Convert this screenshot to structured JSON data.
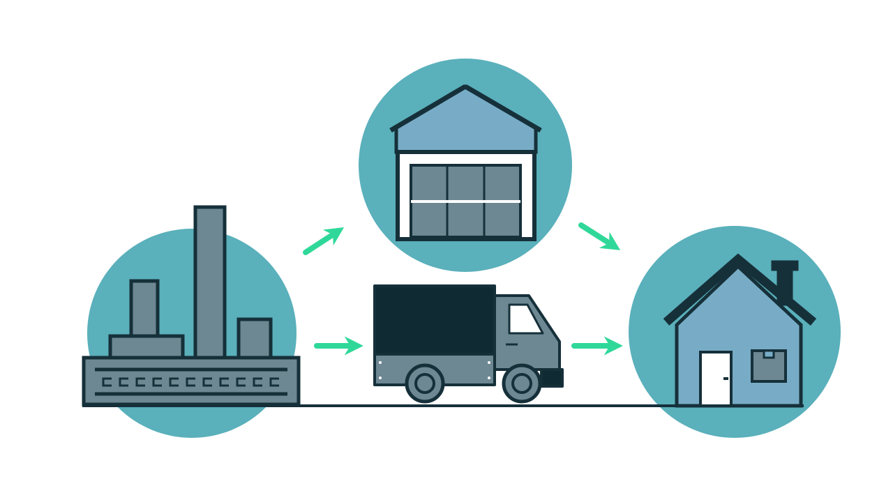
{
  "diagram": {
    "nodes": [
      {
        "id": "factory",
        "icon": "factory-icon"
      },
      {
        "id": "warehouse",
        "icon": "warehouse-icon"
      },
      {
        "id": "truck",
        "icon": "delivery-truck-icon"
      },
      {
        "id": "home",
        "icon": "house-icon"
      }
    ],
    "edges": [
      {
        "from": "factory",
        "to": "warehouse"
      },
      {
        "from": "factory",
        "to": "truck"
      },
      {
        "from": "warehouse",
        "to": "home"
      },
      {
        "from": "truck",
        "to": "home"
      }
    ]
  },
  "colors": {
    "background": "#ffffff",
    "circle": "#5ab0bb",
    "outline": "#16303a",
    "building_fill": "#6d8793",
    "roof_fill": "#78acc6",
    "window_fill": "#ffffff",
    "truck_cargo": "#0f2a33",
    "arrow": "#2fd899"
  }
}
